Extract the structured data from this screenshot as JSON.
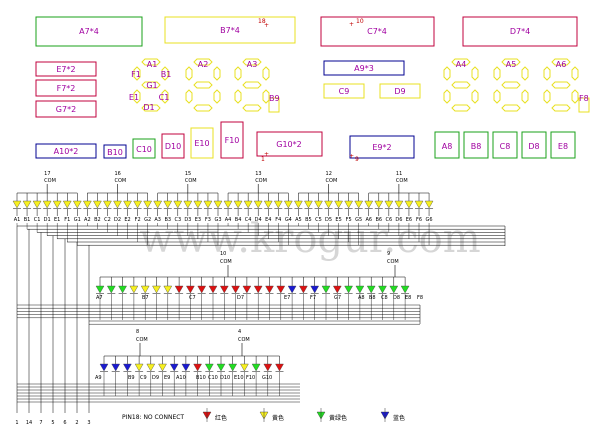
{
  "colors": {
    "red": "#dd1111",
    "yellow": "#f7f020",
    "yellow_green": "#22dd22",
    "blue": "#1a1ad0",
    "pink_box": "#c0003c",
    "green_box": "#18a018",
    "yellow_box": "#e8e020",
    "purple_text": "#a000a0",
    "navy_box": "#000090"
  },
  "boxes": [
    {
      "text": "A7*4",
      "color": "green_box"
    },
    {
      "text": "B7*4",
      "color": "yellow_box"
    },
    {
      "text": "C7*4",
      "color": "pink_box"
    },
    {
      "text": "D7*4",
      "color": "pink_box"
    },
    {
      "text": "E7*2",
      "color": "pink_box"
    },
    {
      "text": "F7*2",
      "color": "pink_box"
    },
    {
      "text": "G7*2",
      "color": "pink_box"
    },
    {
      "text": "A9*3",
      "color": "navy_box"
    },
    {
      "text": "C9",
      "color": "yellow_box"
    },
    {
      "text": "D9",
      "color": "yellow_box"
    },
    {
      "text": "A10*2",
      "color": "navy_box"
    },
    {
      "text": "B10",
      "color": "navy_box"
    },
    {
      "text": "C10",
      "color": "green_box"
    },
    {
      "text": "D10",
      "color": "pink_box"
    },
    {
      "text": "E10",
      "color": "yellow_box"
    },
    {
      "text": "F10",
      "color": "pink_box"
    },
    {
      "text": "G10*2",
      "color": "pink_box"
    },
    {
      "text": "E9*2",
      "color": "navy_box"
    },
    {
      "text": "A8",
      "color": "green_box"
    },
    {
      "text": "B8",
      "color": "green_box"
    },
    {
      "text": "C8",
      "color": "green_box"
    },
    {
      "text": "D8",
      "color": "green_box"
    },
    {
      "text": "E8",
      "color": "green_box"
    }
  ],
  "digits": [
    {
      "label": "A2"
    },
    {
      "label": "A3"
    },
    {
      "label": "A4"
    },
    {
      "label": "A5"
    },
    {
      "label": "A6"
    }
  ],
  "digit1": {
    "a": "A1",
    "b": "B1",
    "c": "C1",
    "d": "D1",
    "e": "E1",
    "f": "F1",
    "g": "G1"
  },
  "small_segs": {
    "b9": "B9",
    "f8": "F8"
  },
  "pins": {
    "p18": "18",
    "p10": "10",
    "p1": "1",
    "p9": "9"
  },
  "com": "COM",
  "top_groups": [
    {
      "pin": "17",
      "leds": [
        "A1",
        "B1",
        "C1",
        "D1",
        "E1",
        "F1",
        "G1"
      ]
    },
    {
      "pin": "16",
      "leds": [
        "A2",
        "B2",
        "C2",
        "D2",
        "E2",
        "F2",
        "G2"
      ]
    },
    {
      "pin": "15",
      "leds": [
        "A3",
        "B3",
        "C3",
        "D3",
        "E3",
        "F3",
        "G3"
      ]
    },
    {
      "pin": "13",
      "leds": [
        "A4",
        "B4",
        "C4",
        "D4",
        "E4",
        "F4",
        "G4"
      ]
    },
    {
      "pin": "12",
      "leds": [
        "A5",
        "B5",
        "C5",
        "D5",
        "E5",
        "F5",
        "G5"
      ]
    },
    {
      "pin": "11",
      "leds": [
        "A6",
        "B6",
        "C6",
        "D6",
        "E6",
        "F6",
        "G6"
      ]
    }
  ],
  "mid_groups": [
    {
      "pin": "10",
      "labels": [
        "A7",
        "B7",
        "C7",
        "D7",
        "E7",
        "F7",
        "G7"
      ]
    },
    {
      "pin": "9",
      "labels": [
        "B8",
        "C8",
        "D8",
        "E8",
        "F8"
      ]
    }
  ],
  "mid_extra_labels": [
    "A8"
  ],
  "low_groups": [
    {
      "pin": "8",
      "labels": [
        "A9",
        "B9",
        "C9",
        "D9"
      ]
    },
    {
      "pin": "4",
      "labels": [
        "A10",
        "B10",
        "C10",
        "D10",
        "E10",
        "F10",
        "G10"
      ]
    }
  ],
  "low_extra_labels": [
    "E9"
  ],
  "bottom_pins": [
    "1",
    "14",
    "7",
    "5",
    "6",
    "2",
    "3"
  ],
  "watermark": "www.krogur.com",
  "legend": {
    "note": "PIN18: NO CONNECT",
    "items": [
      {
        "text": "红色",
        "color": "red"
      },
      {
        "text": "黄色",
        "color": "yellow"
      },
      {
        "text": "黄绿色",
        "color": "yellow_green"
      },
      {
        "text": "蓝色",
        "color": "blue"
      }
    ]
  }
}
